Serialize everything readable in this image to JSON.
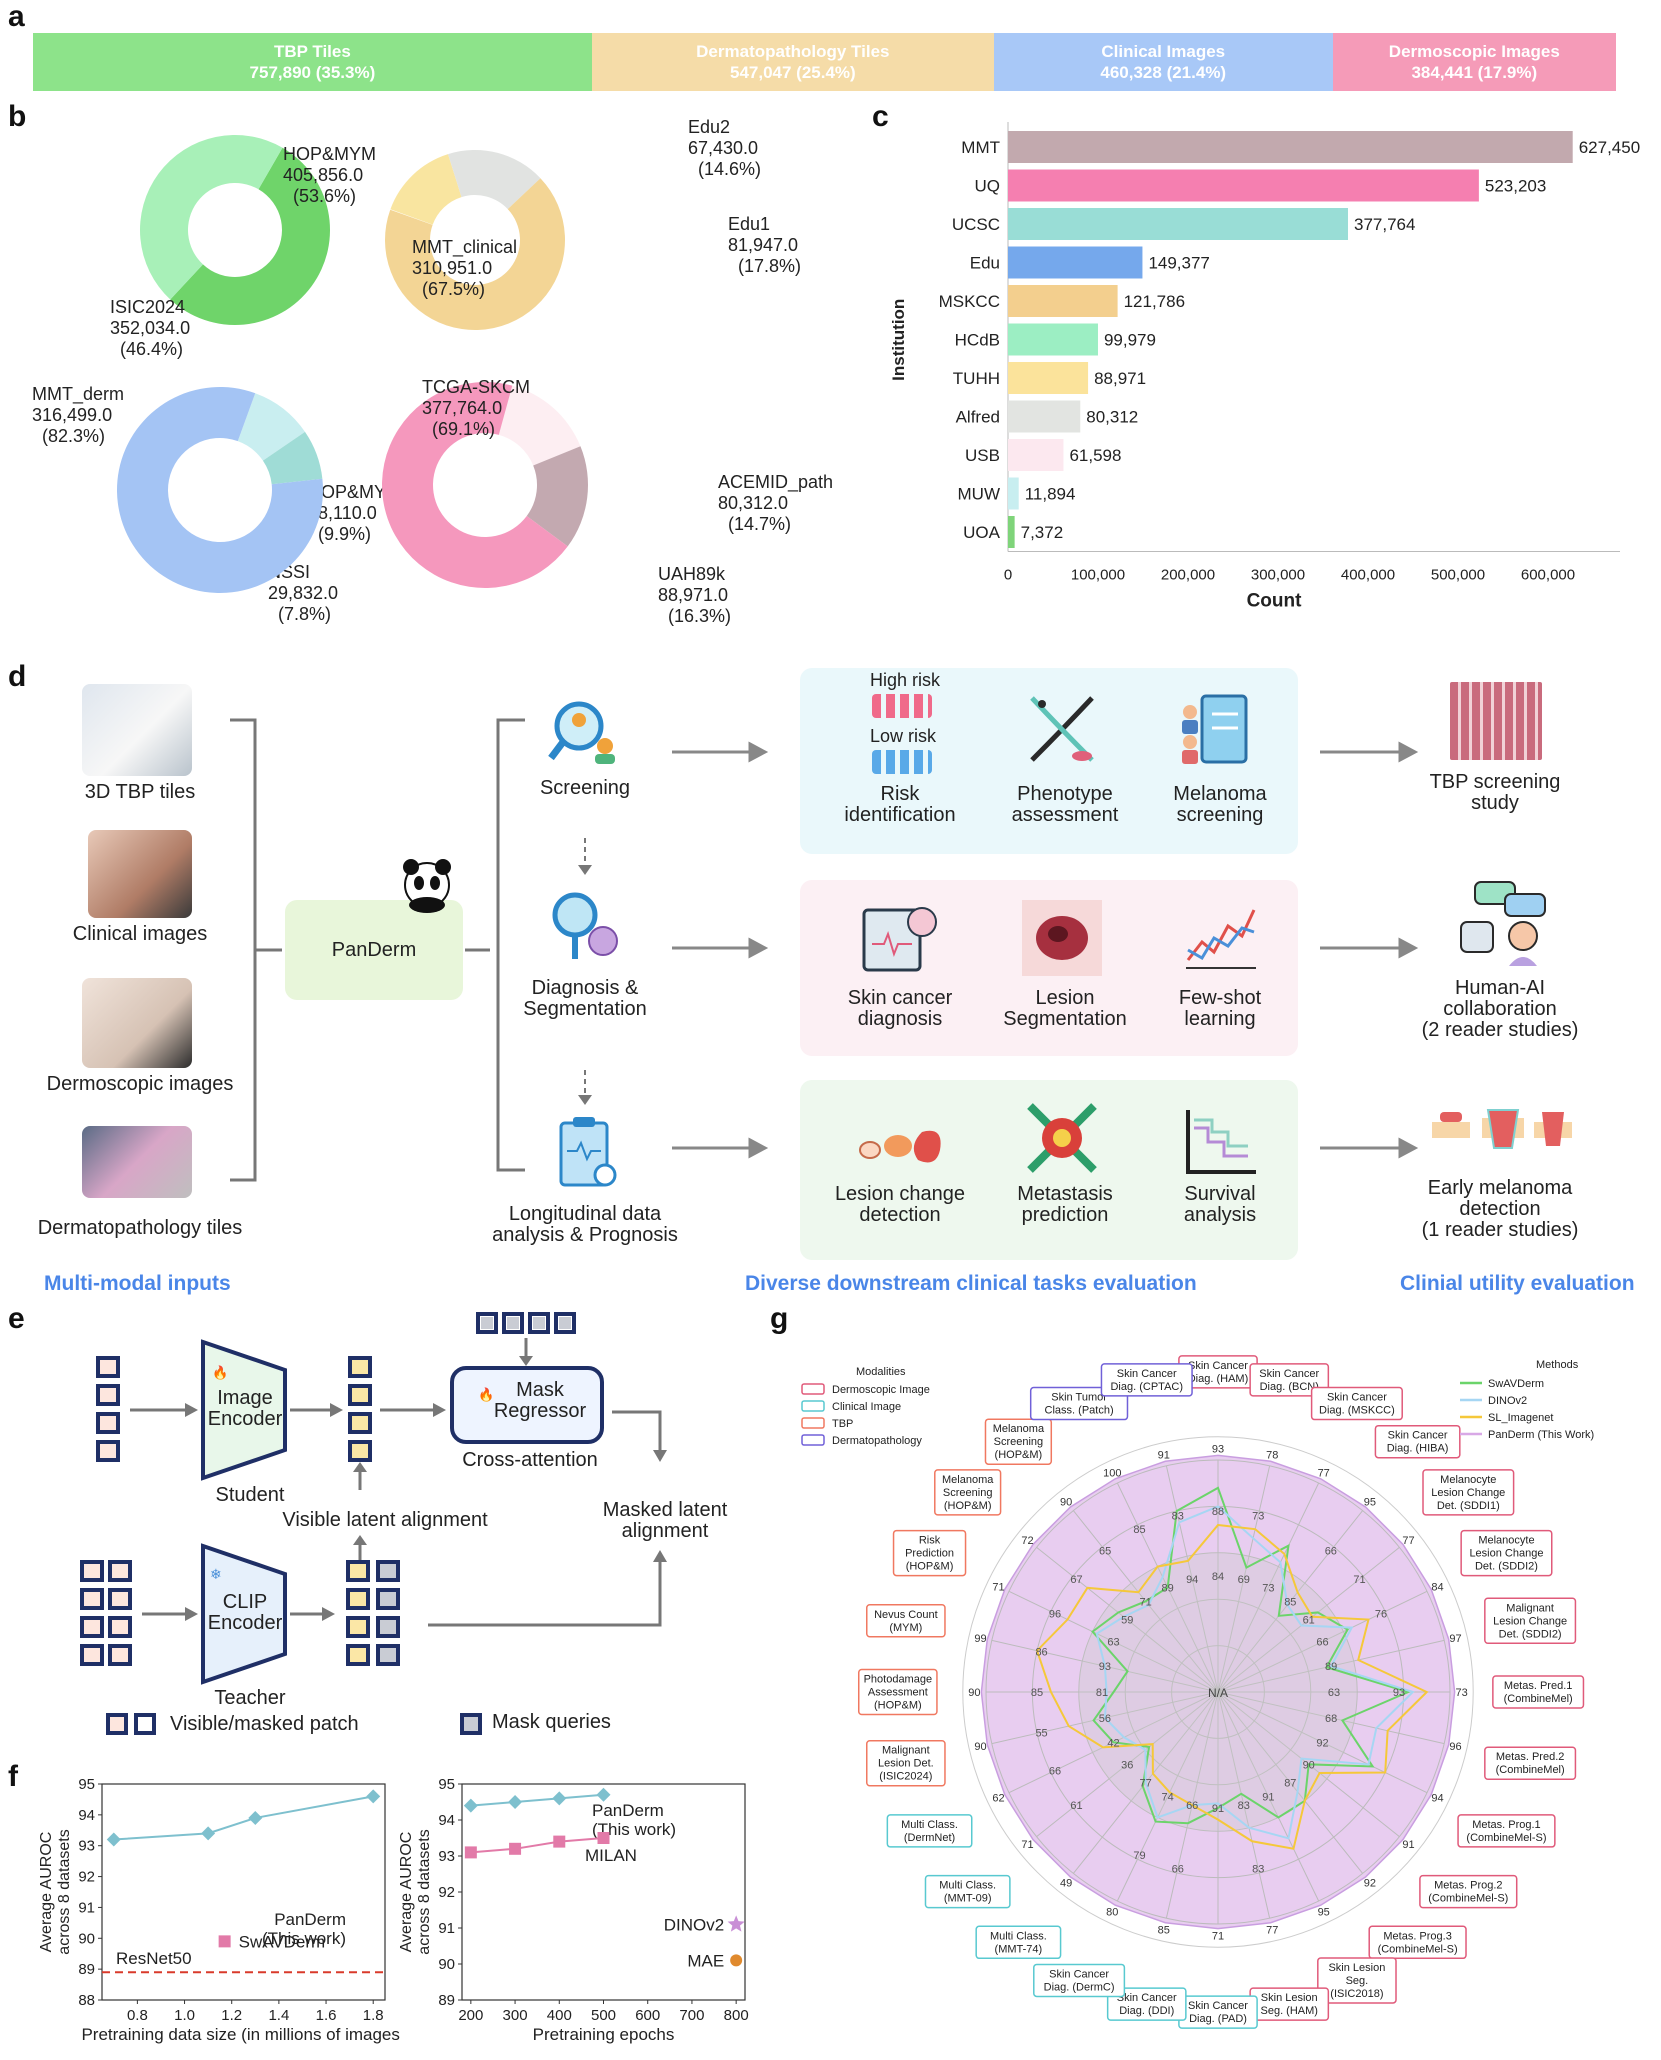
{
  "panel_labels": {
    "a": "a",
    "b": "b",
    "c": "c",
    "d": "d",
    "e": "e",
    "f": "f",
    "g": "g"
  },
  "panel_a": {
    "segments": [
      {
        "name": "TBP Tiles",
        "value": "757,890 (35.3%)",
        "share": 35.3,
        "color": "#8de38a"
      },
      {
        "name": "Dermatopathology Tiles",
        "value": "547,047 (25.4%)",
        "share": 25.4,
        "color": "#f5dca8"
      },
      {
        "name": "Clinical Images",
        "value": "460,328 (21.4%)",
        "share": 21.4,
        "color": "#a8c8f7"
      },
      {
        "name": "Dermoscopic Images",
        "value": "384,441 (17.9%)",
        "share": 17.9,
        "color": "#f59bb8"
      }
    ]
  },
  "panel_b": {
    "donuts": [
      {
        "slices": [
          {
            "name": "HOP&MYM",
            "value": "405,856.0",
            "pct": "(53.6%)",
            "share": 53.6,
            "color": "#6fd46a"
          },
          {
            "name": "ISIC2024",
            "value": "352,034.0",
            "pct": "(46.4%)",
            "share": 46.4,
            "color": "#a8f0b8"
          }
        ]
      },
      {
        "slices": [
          {
            "name": "Edu2",
            "value": "67,430.0",
            "pct": "(14.6%)",
            "share": 14.6,
            "color": "#f9e5a0"
          },
          {
            "name": "Edu1",
            "value": "81,947.0",
            "pct": "(17.8%)",
            "share": 17.8,
            "color": "#e1e3e1"
          },
          {
            "name": "MMT_clinical",
            "value": "310,951.0",
            "pct": "(67.5%)",
            "share": 67.5,
            "color": "#f3d595"
          }
        ]
      },
      {
        "slices": [
          {
            "name": "HOP&MYM",
            "value": "38,110.0",
            "pct": "(9.9%)",
            "share": 9.9,
            "color": "#c9eef0"
          },
          {
            "name": "NSSI",
            "value": "29,832.0",
            "pct": "(7.8%)",
            "share": 7.8,
            "color": "#9fdcd6"
          },
          {
            "name": "MMT_derm",
            "value": "316,499.0",
            "pct": "(82.3%)",
            "share": 82.3,
            "color": "#a4c4f4"
          }
        ]
      },
      {
        "slices": [
          {
            "name": "ACEMID_path",
            "value": "80,312.0",
            "pct": "(14.7%)",
            "share": 14.7,
            "color": "#fdeef2"
          },
          {
            "name": "UAH89k",
            "value": "88,971.0",
            "pct": "(16.3%)",
            "share": 16.3,
            "color": "#c3a9b0"
          },
          {
            "name": "TCGA-SKCM",
            "value": "377,764.0",
            "pct": "(69.1%)",
            "share": 69.1,
            "color": "#f598bd"
          }
        ]
      }
    ]
  },
  "chart_data": [
    {
      "type": "bar",
      "ylabel": "Institution",
      "xlabel": "Count",
      "categories": [
        "MMT",
        "UQ",
        "UCSC",
        "Edu",
        "MSKCC",
        "HCdB",
        "TUHH",
        "Alfred",
        "USB",
        "MUW",
        "UOA"
      ],
      "values": [
        627450,
        523203,
        377764,
        149377,
        121786,
        99979,
        88971,
        80312,
        61598,
        11894,
        7372
      ],
      "value_labels": [
        "627,450",
        "523,203",
        "377,764",
        "149,377",
        "121,786",
        "99,979",
        "88,971",
        "80,312",
        "61,598",
        "11,894",
        "7,372"
      ],
      "colors": [
        "#c2a9ae",
        "#f57fb0",
        "#99ddd6",
        "#75a8ec",
        "#f3cf8e",
        "#9ceec3",
        "#fbe39b",
        "#e2e4e1",
        "#fce8ef",
        "#c8eef0",
        "#7fd47a"
      ],
      "xticks": [
        "0",
        "100,000",
        "200,000",
        "300,000",
        "400,000",
        "500,000",
        "600,000"
      ],
      "xlim": [
        0,
        680000
      ]
    },
    {
      "type": "line",
      "xlabel": "Pretraining data size (in millions of images)",
      "ylabel": "Average AUROC across 8 datasets",
      "x": [
        0.7,
        1.1,
        1.3,
        1.8
      ],
      "series": [
        {
          "name": "PanDerm (This work)",
          "values": [
            93.2,
            93.4,
            93.9,
            94.6
          ]
        }
      ],
      "points": [
        {
          "name": "SwAVDerm",
          "x": 1.17,
          "y": 89.9
        }
      ],
      "baseline": {
        "name": "ResNet50",
        "y": 88.9
      },
      "xticks": [
        "0.8",
        "1.0",
        "1.2",
        "1.4",
        "1.6",
        "1.8"
      ],
      "yticks": [
        "88",
        "89",
        "90",
        "91",
        "92",
        "93",
        "94",
        "95"
      ],
      "xlim": [
        0.65,
        1.85
      ],
      "ylim": [
        88,
        95
      ]
    },
    {
      "type": "line",
      "xlabel": "Pretraining epochs",
      "ylabel": "Average AUROC across 8 datasets",
      "x": [
        200,
        300,
        400,
        500
      ],
      "series": [
        {
          "name": "PanDerm (This work)",
          "values": [
            94.4,
            94.5,
            94.6,
            94.7
          ]
        },
        {
          "name": "MILAN",
          "values": [
            93.1,
            93.2,
            93.4,
            93.5
          ]
        }
      ],
      "points": [
        {
          "name": "DINOv2",
          "x": 800,
          "y": 91.1
        },
        {
          "name": "MAE",
          "x": 800,
          "y": 90.1
        }
      ],
      "xticks": [
        "200",
        "300",
        "400",
        "500",
        "600",
        "700",
        "800"
      ],
      "yticks": [
        "89",
        "90",
        "91",
        "92",
        "93",
        "94",
        "95"
      ],
      "xlim": [
        180,
        820
      ],
      "ylim": [
        89,
        95
      ]
    },
    {
      "type": "radar",
      "axes": [
        "Skin Cancer Diag. (HAM)",
        "Skin Cancer Diag. (BCN)",
        "Skin Cancer Diag. (MSKCC)",
        "Skin Cancer Diag. (HIBA)",
        "Melanocyte Lesion Change Det. (SDDI1)",
        "Melanocyte Lesion Change Det. (SDDI2)",
        "Malignant Lesion Change Det. (SDDI2)",
        "Metas. Pred.1 (CombineMel)",
        "Metas. Pred.2 (CombineMel)",
        "Metas. Prog.1 (CombineMel-S)",
        "Metas. Prog.2 (CombineMel-S)",
        "Metas. Prog.3 (CombineMel-S)",
        "Skin Lesion Seg. (ISIC2018)",
        "Skin Lesion Seg. (HAM)",
        "Skin Cancer Diag. (PAD)",
        "Skin Cancer Diag. (DDI)",
        "Skin Cancer Diag. (DermC)",
        "Multi Class. (MMT-74)",
        "Multi Class. (MMT-09)",
        "Multi Class. (DermNet)",
        "Malignant Lesion Det. (ISIC2024)",
        "Photodamage Assessment (HOP&M)",
        "Nevus Count (MYM)",
        "Risk Prediction (HOP&M)",
        "Melanoma Screening (HOP&M)",
        "Melanoma Screening (HOP&M)",
        "Skin Tumor Class. (Patch)",
        "Skin Cancer Diag. (CPTAC)"
      ],
      "axis_colors": [
        "#e05a7a",
        "#e05a7a",
        "#e05a7a",
        "#e05a7a",
        "#e05a7a",
        "#e05a7a",
        "#e05a7a",
        "#e05a7a",
        "#e05a7a",
        "#e05a7a",
        "#e05a7a",
        "#e05a7a",
        "#e05a7a",
        "#e05a7a",
        "#58c9d0",
        "#58c9d0",
        "#58c9d0",
        "#58c9d0",
        "#58c9d0",
        "#58c9d0",
        "#f07860",
        "#f07860",
        "#f07860",
        "#f07860",
        "#f07860",
        "#f07860",
        "#7060d8",
        "#7060d8"
      ],
      "max_labels": [
        "93",
        "78",
        "77",
        "95",
        "77",
        "84",
        "97",
        "73",
        "96",
        "94",
        "91",
        "92",
        "95",
        "77",
        "71",
        "85",
        "80",
        "49",
        "71",
        "62",
        "90",
        "90",
        "99",
        "71",
        "72",
        "90",
        "100",
        "91"
      ],
      "inner_labels": [
        "84",
        "69",
        "73",
        "85",
        "61",
        "66",
        "89",
        "63",
        "68",
        "92",
        "90",
        "87",
        "91",
        "83",
        "91",
        "66",
        "74",
        "77",
        "36",
        "42",
        "56",
        "81",
        "93",
        "63",
        "59",
        "71",
        "89",
        "94"
      ],
      "mid_labels": [
        "88",
        "73",
        "",
        "66",
        "71",
        "76",
        "",
        "93",
        "",
        "",
        "",
        "",
        "",
        "83",
        "",
        "66",
        "79",
        "",
        "61",
        "66",
        "55",
        "85",
        "86",
        "96",
        "67",
        "65",
        "85",
        "83"
      ],
      "series": [
        {
          "name": "PanDerm (This Work)",
          "values": [
            1,
            1,
            1,
            1,
            1,
            1,
            1,
            1,
            1,
            1,
            1,
            1,
            1,
            1,
            1,
            1,
            1,
            1,
            1,
            1,
            1,
            1,
            1,
            1,
            1,
            1,
            1,
            1
          ],
          "color": "#d8a8e6"
        },
        {
          "name": "SwAVDerm",
          "values": [
            0.88,
            0.55,
            0.7,
            0.42,
            0.55,
            0.62,
            0.48,
            0.82,
            0.55,
            0.74,
            0.5,
            0.6,
            0.6,
            0.45,
            0.5,
            0.58,
            0.62,
            0.52,
            0.38,
            0.5,
            0.55,
            0.45,
            0.4,
            0.6,
            0.55,
            0.5,
            0.5,
            0.8
          ],
          "color": "#6bd46a"
        },
        {
          "name": "DINOv2",
          "values": [
            0.8,
            0.68,
            0.62,
            0.48,
            0.46,
            0.64,
            0.5,
            0.84,
            0.7,
            0.72,
            0.46,
            0.55,
            0.7,
            0.6,
            0.48,
            0.5,
            0.6,
            0.5,
            0.4,
            0.45,
            0.5,
            0.48,
            0.5,
            0.58,
            0.52,
            0.48,
            0.55,
            0.75
          ],
          "color": "#a6d6f3"
        },
        {
          "name": "SL_Imagenet",
          "values": [
            0.72,
            0.72,
            0.66,
            0.55,
            0.52,
            0.72,
            0.62,
            0.9,
            0.75,
            0.8,
            0.56,
            0.6,
            0.75,
            0.66,
            0.55,
            0.5,
            0.48,
            0.45,
            0.36,
            0.55,
            0.66,
            0.72,
            0.8,
            0.72,
            0.72,
            0.55,
            0.6,
            0.58
          ],
          "color": "#f5c83a"
        }
      ],
      "center_label": "N/A",
      "modalities_title": "Modalities",
      "modalities": [
        {
          "name": "Dermoscopic Image",
          "color": "#e05a7a"
        },
        {
          "name": "Clinical Image",
          "color": "#58c9d0"
        },
        {
          "name": "TBP",
          "color": "#f07860"
        },
        {
          "name": "Dermatopathology",
          "color": "#7060d8"
        }
      ],
      "methods_title": "Methods"
    }
  ],
  "panel_d": {
    "inputs": [
      "3D TBP tiles",
      "Clinical images",
      "Dermoscopic images",
      "Dermatopathology tiles"
    ],
    "model": "PanDerm",
    "stages": [
      "Screening",
      "Diagnosis &\nSegmentation",
      "Longitudinal data\nanalysis & Prognosis"
    ],
    "row1": {
      "high": "High risk",
      "low": "Low risk",
      "tasks": [
        "Risk\nidentification",
        "Phenotype\nassessment",
        "Melanoma\nscreening"
      ],
      "outcome": "TBP screening\nstudy"
    },
    "row2": {
      "tasks": [
        "Skin cancer\ndiagnosis",
        "Lesion\nSegmentation",
        "Few-shot\nlearning"
      ],
      "outcome": "Human-AI\ncollaboration\n(2 reader studies)"
    },
    "row3": {
      "tasks": [
        "Lesion change\ndetection",
        "Metastasis\nprediction",
        "Survival\nanalysis"
      ],
      "outcome": "Early melanoma\ndetection\n(1 reader studies)"
    },
    "headers": [
      "Multi-modal inputs",
      "Diverse downstream clinical tasks evaluation",
      "Clinial utility evaluation"
    ]
  },
  "panel_e": {
    "image_encoder": "Image\nEncoder",
    "student": "Student",
    "mask_regressor": "Mask\nRegressor",
    "cross_attention": "Cross-attention",
    "visible_alignment": "Visible latent alignment",
    "masked_alignment": "Masked latent\nalignment",
    "clip_encoder": "CLIP\nEncoder",
    "teacher": "Teacher",
    "legend_visible": "Visible/masked patch",
    "legend_mask": "Mask queries",
    "fire": "🔥",
    "snow": "❄"
  }
}
